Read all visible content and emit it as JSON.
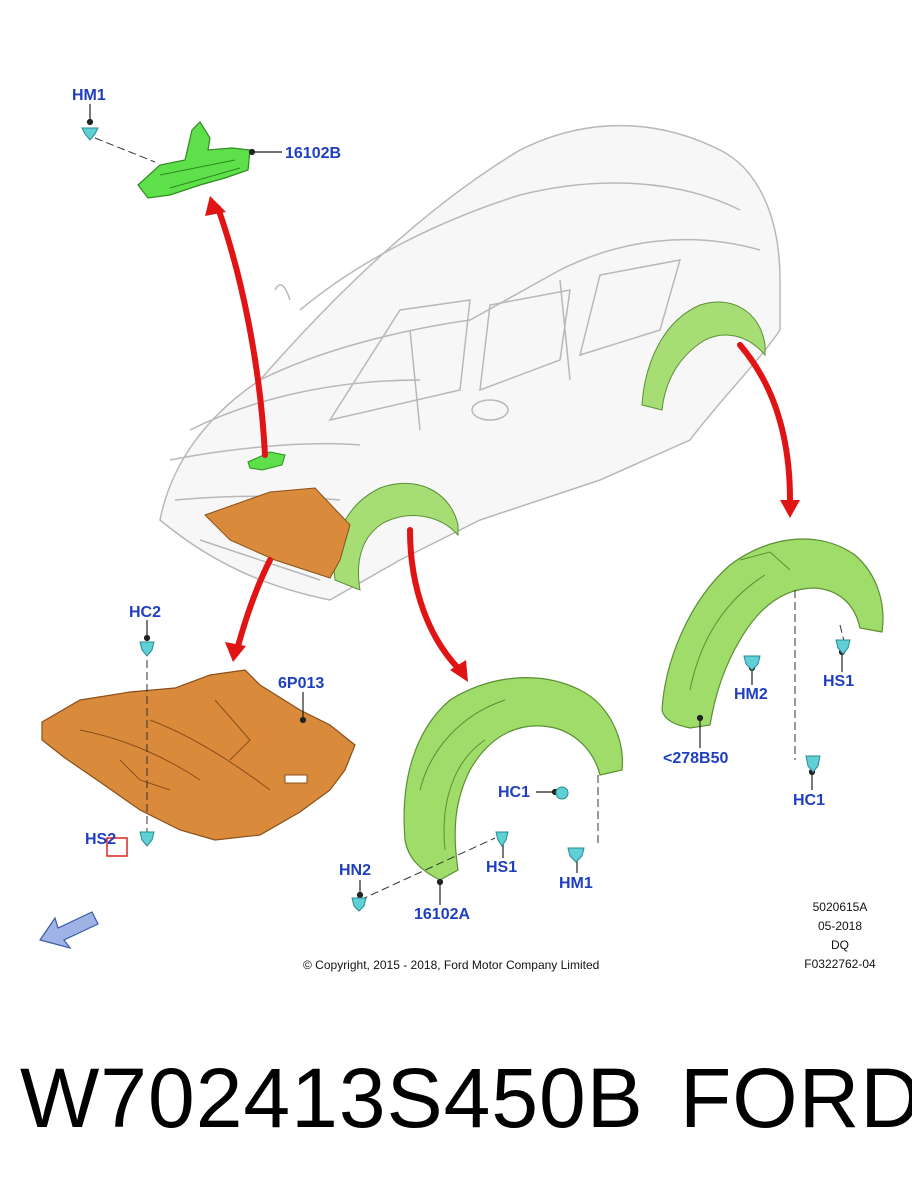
{
  "callouts": {
    "hm1_top": "HM1",
    "part_16102b": "16102B",
    "hc2": "HC2",
    "part_6p013": "6P013",
    "hs2": "HS2",
    "hc1_mid": "HC1",
    "hs1_mid": "HS1",
    "hn2": "HN2",
    "hm1_mid": "HM1",
    "part_16102a": "16102A",
    "hm2": "HM2",
    "hs1_right": "HS1",
    "part_278b50": "<278B50",
    "hc1_right": "HC1"
  },
  "meta": {
    "ref": "5020615A",
    "date": "05-2018",
    "code": "DQ",
    "figure": "F0322762-04"
  },
  "copyright": "© Copyright, 2015 - 2018, Ford Motor Company Limited",
  "caption": {
    "part_number": "W702413S450B",
    "brand": "FORD"
  },
  "colors": {
    "callout_text": "#1f3fbf",
    "arrow": "#e01414",
    "splash_shield": "#d98a3a",
    "wheel_liner": "#9fdc6a",
    "bracket": "#5ee04a",
    "fastener": "#5fd0d6",
    "highlight_box": "#e02020"
  }
}
